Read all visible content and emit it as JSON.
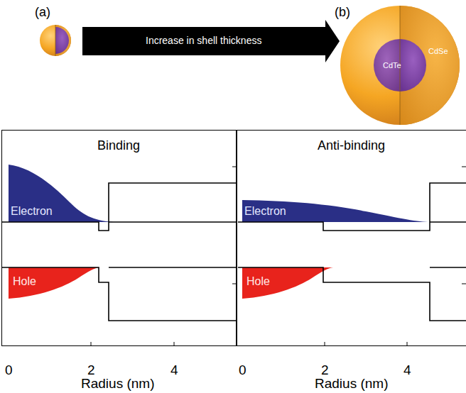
{
  "diagram": {
    "nodes": [
      {
        "text": [
          "Increase in shell thickness"
        ]
      },
      {
        "text": [
          "Binding"
        ]
      },
      {
        "text": [
          "Anti-binding"
        ]
      }
    ],
    "labels": [
      "(a)",
      "(b)",
      "CdTe",
      "CdSe",
      "Electron",
      "Hole",
      "0",
      "2",
      "4",
      "Radius (nm)",
      "Electron",
      "Hole",
      "0",
      "2",
      "4",
      "Radius (nm)"
    ]
  }
}
